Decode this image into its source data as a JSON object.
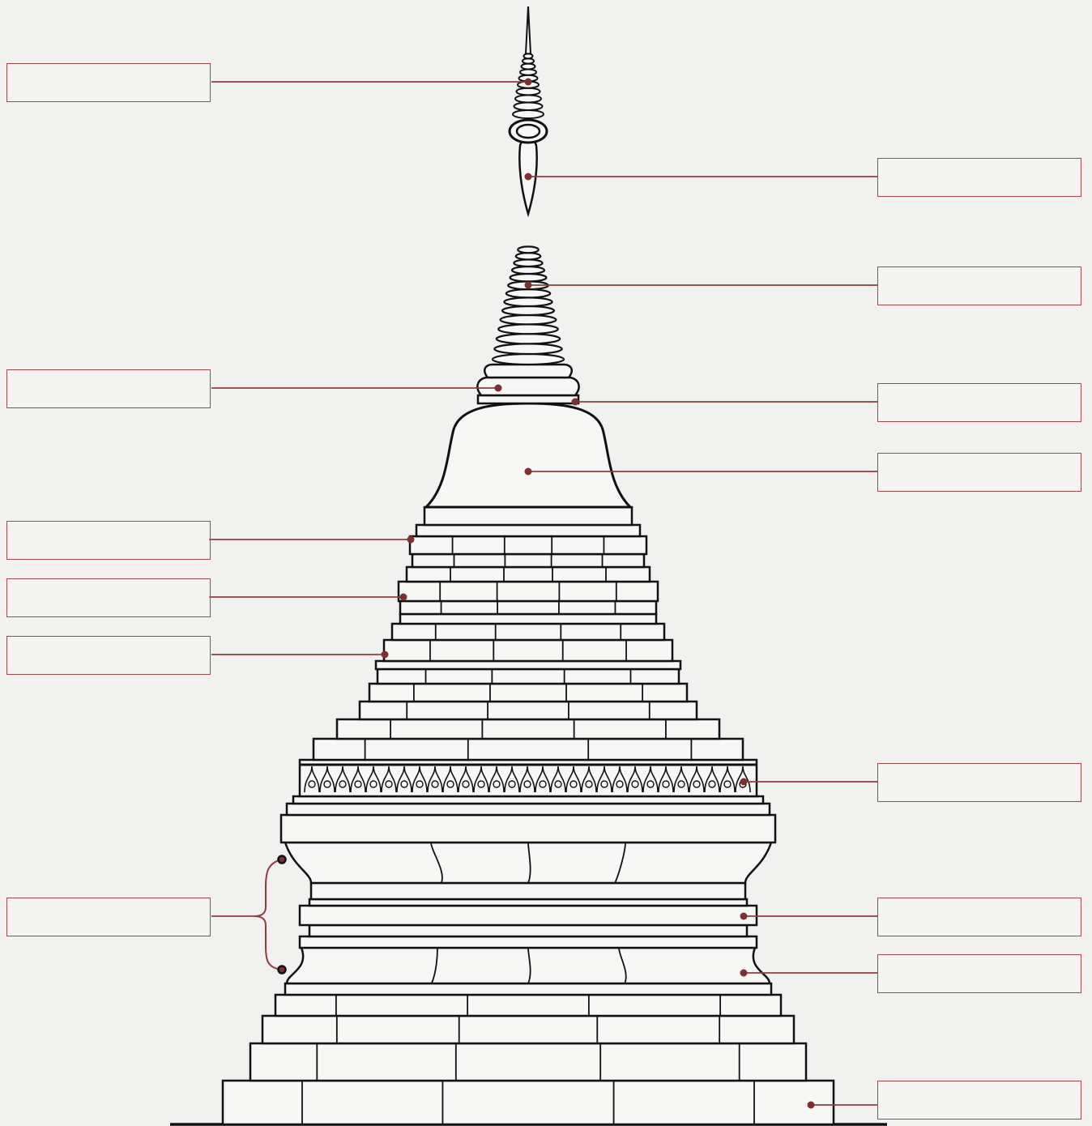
{
  "colors": {
    "line": "#111111",
    "leader": "#8f3b40",
    "dot": "#7e2f34",
    "background": "#f1f1ef"
  },
  "labels": [
    {
      "id": "finial",
      "text": ""
    },
    {
      "id": "bud",
      "text": ""
    },
    {
      "id": "spire-rings",
      "text": ""
    },
    {
      "id": "spire-base",
      "text": ""
    },
    {
      "id": "harmika",
      "text": ""
    },
    {
      "id": "bell-dome",
      "text": ""
    },
    {
      "id": "upper-plinth",
      "text": ""
    },
    {
      "id": "middle-plinth",
      "text": ""
    },
    {
      "id": "lower-plinth",
      "text": ""
    },
    {
      "id": "lotus-band",
      "text": ""
    },
    {
      "id": "bracket-group",
      "text": ""
    },
    {
      "id": "base-molding",
      "text": ""
    },
    {
      "id": "base-waist",
      "text": ""
    },
    {
      "id": "terrace",
      "text": ""
    }
  ]
}
